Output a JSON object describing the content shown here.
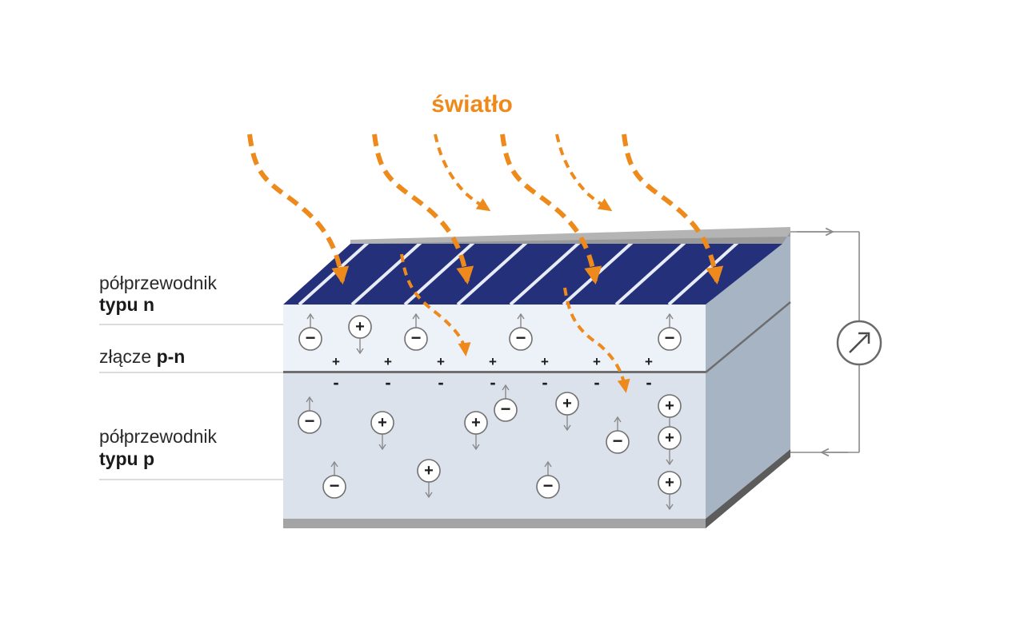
{
  "title": "światło",
  "labels": {
    "n_line1": "półprzewodnik",
    "n_line2": "typu n",
    "junction_prefix": "złącze ",
    "junction_bold": "p-n",
    "p_line1": "półprzewodnik",
    "p_line2": "typu p"
  },
  "colors": {
    "light": "#ee8a1c",
    "cell_top": "#24307a",
    "stripe": "#e8ecf6",
    "n_layer": "#edf1f8",
    "p_layer": "#dbe2ec",
    "side": "#a6b4c4",
    "contact": "#b4b4b4",
    "wire": "#8a8a8a"
  },
  "icons": {
    "meter": "ammeter-icon",
    "charge_negative": "minus-charge-icon",
    "charge_positive": "plus-charge-icon"
  },
  "junction_signs": {
    "plus": "+",
    "minus": "-"
  },
  "charges": [
    {
      "sign": "−",
      "arrow": "up"
    },
    {
      "sign": "+",
      "arrow": "down"
    },
    {
      "sign": "−",
      "arrow": "up"
    },
    {
      "sign": "−",
      "arrow": "up"
    },
    {
      "sign": "−",
      "arrow": "up"
    },
    {
      "sign": "−",
      "arrow": "up"
    },
    {
      "sign": "+",
      "arrow": "down"
    },
    {
      "sign": "+",
      "arrow": "down"
    },
    {
      "sign": "−",
      "arrow": "up"
    },
    {
      "sign": "+",
      "arrow": "down"
    },
    {
      "sign": "+",
      "arrow": "down"
    },
    {
      "sign": "−",
      "arrow": "up"
    },
    {
      "sign": "+",
      "arrow": "down"
    },
    {
      "sign": "−",
      "arrow": "up"
    },
    {
      "sign": "+",
      "arrow": "down"
    },
    {
      "sign": "−",
      "arrow": "up"
    },
    {
      "sign": "+",
      "arrow": "down"
    },
    {
      "sign": "−",
      "arrow": "up"
    }
  ]
}
